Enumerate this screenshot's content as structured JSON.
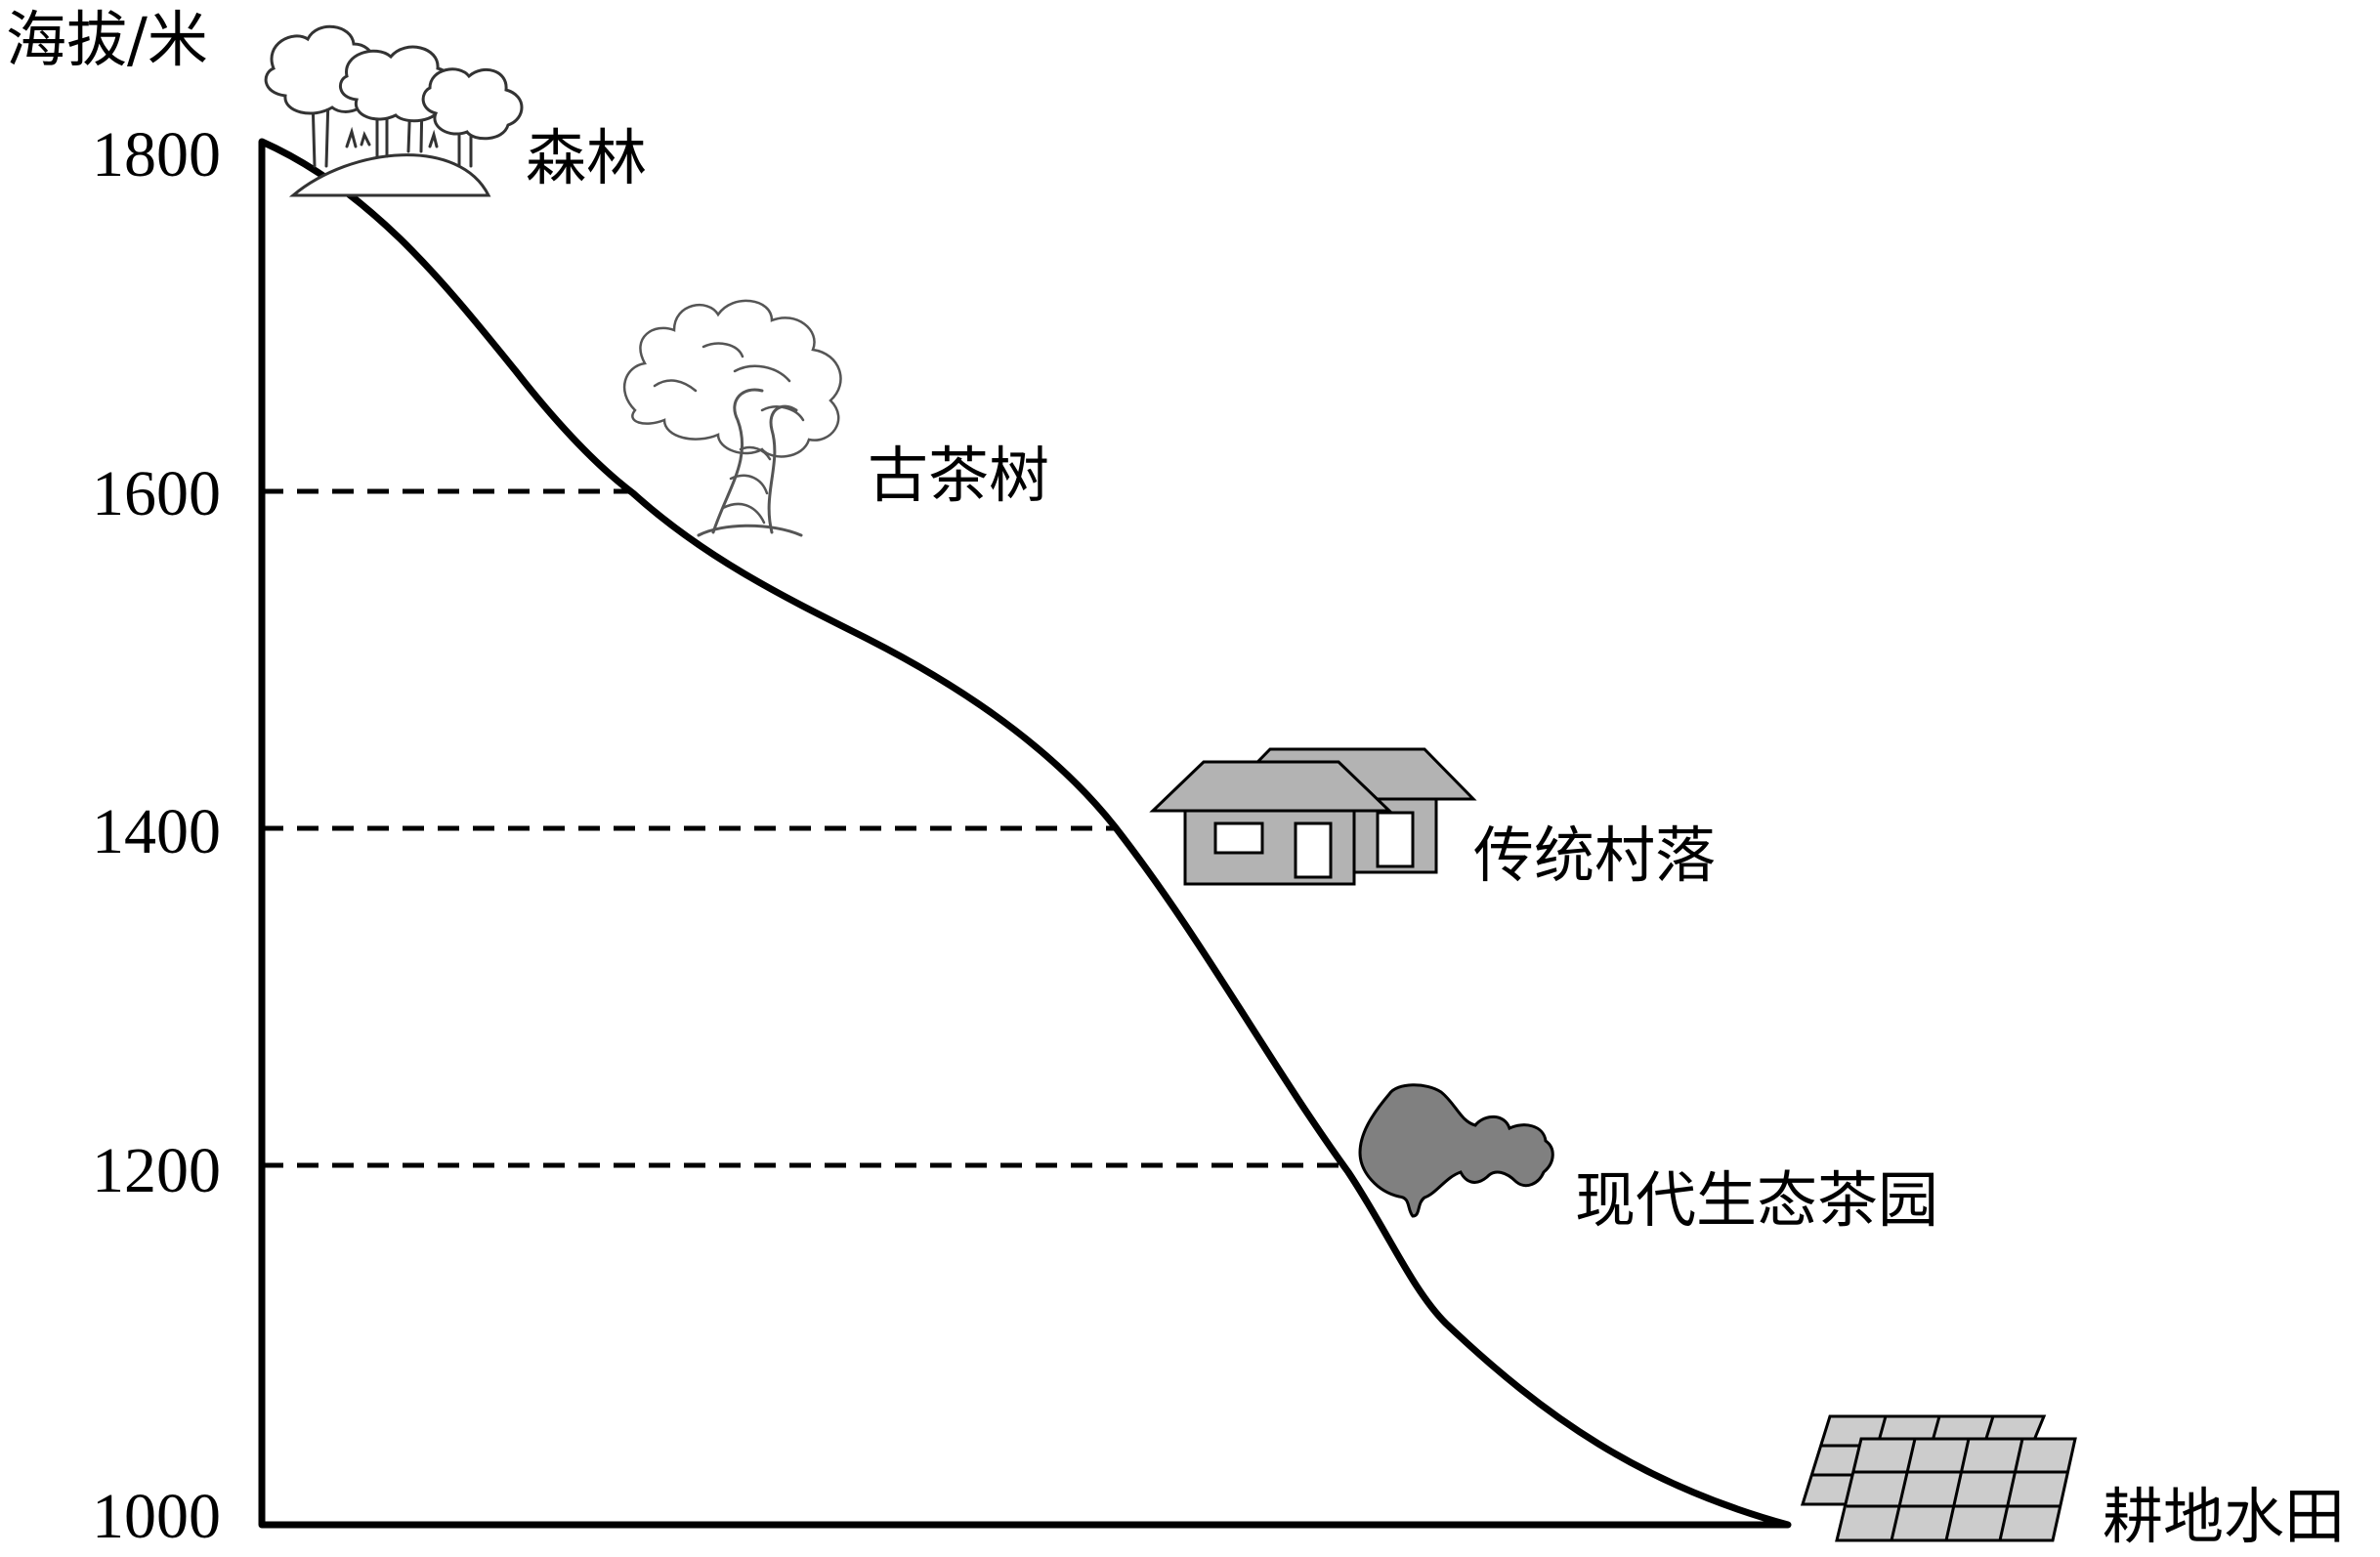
{
  "y_axis": {
    "title": "海拔/米",
    "ticks": [
      "1800",
      "1600",
      "1400",
      "1200",
      "1000"
    ]
  },
  "zones": [
    {
      "label": "森林",
      "elevation": 1800,
      "icon": "forest-icon"
    },
    {
      "label": "古茶树",
      "elevation": 1600,
      "icon": "ancient-tea-tree-icon"
    },
    {
      "label": "传统村落",
      "elevation": 1400,
      "icon": "village-houses-icon"
    },
    {
      "label": "现代生态茶园",
      "elevation": 1200,
      "icon": "tea-bush-icon"
    },
    {
      "label": "耕地水田",
      "elevation": 1000,
      "icon": "paddy-field-icon"
    }
  ],
  "colors": {
    "line": "#000000",
    "icon_fill": "#b3b3b3",
    "tea_bush": "#808080"
  }
}
